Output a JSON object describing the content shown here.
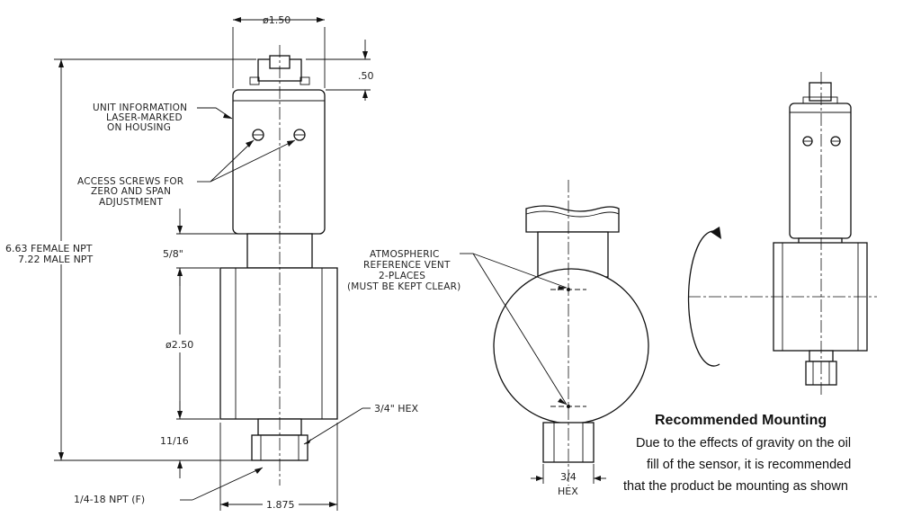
{
  "labels": {
    "dia_top": "ø1.50",
    "dim_50": ".50",
    "unit_info_1": "UNIT INFORMATION",
    "unit_info_2": "LASER-MARKED",
    "unit_info_3": "ON HOUSING",
    "access_1": "ACCESS SCREWS FOR",
    "access_2": "ZERO AND SPAN",
    "access_3": "ADJUSTMENT",
    "length_female": "6.63 FEMALE NPT",
    "length_male": "7.22 MALE NPT",
    "dim_5_8": "5/8\"",
    "dia_250": "ø2.50",
    "hex_34": "3/4\" HEX",
    "dim_11_16": "11/16",
    "npt": "1/4-18 NPT (F)",
    "dim_1875": "1.875",
    "vent_1": "ATMOSPHERIC",
    "vent_2": "REFERENCE VENT",
    "vent_3": "2-PLACES",
    "vent_4": "(MUST BE KEPT CLEAR)",
    "side_hex_1": "3/4",
    "side_hex_2": "HEX"
  },
  "note": {
    "title": "Recommended Mounting",
    "line1": "Due to the effects of gravity on the oil",
    "line2": "fill of the sensor, it is recommended",
    "line3": "that the product be mounting as shown"
  }
}
